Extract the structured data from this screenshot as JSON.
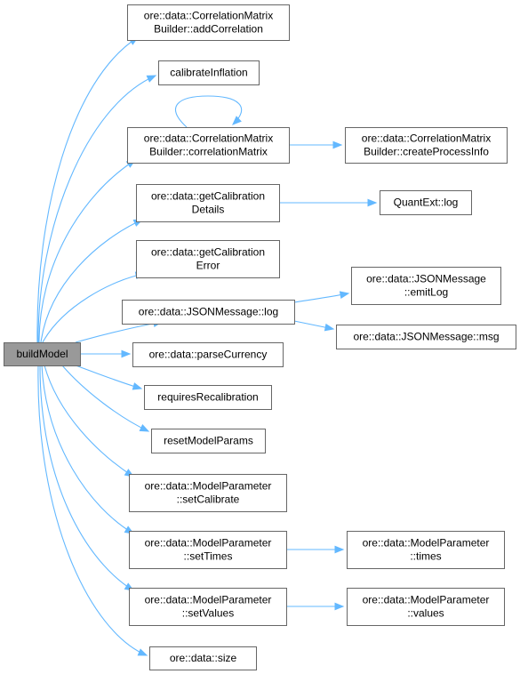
{
  "diagram": {
    "nodes": [
      {
        "id": "buildModel",
        "lines": [
          "buildModel"
        ],
        "root": true
      },
      {
        "id": "addCorrelation",
        "lines": [
          "ore::data::CorrelationMatrix",
          "Builder::addCorrelation"
        ]
      },
      {
        "id": "calibrateInflation",
        "lines": [
          "calibrateInflation"
        ]
      },
      {
        "id": "correlationMatrix",
        "lines": [
          "ore::data::CorrelationMatrix",
          "Builder::correlationMatrix"
        ]
      },
      {
        "id": "createProcessInfo",
        "lines": [
          "ore::data::CorrelationMatrix",
          "Builder::createProcessInfo"
        ]
      },
      {
        "id": "getCalibrationDetails",
        "lines": [
          "ore::data::getCalibration",
          "Details"
        ]
      },
      {
        "id": "quantExtLog",
        "lines": [
          "QuantExt::log"
        ]
      },
      {
        "id": "getCalibrationError",
        "lines": [
          "ore::data::getCalibration",
          "Error"
        ]
      },
      {
        "id": "jsonMessageLog",
        "lines": [
          "ore::data::JSONMessage::log"
        ]
      },
      {
        "id": "emitLog",
        "lines": [
          "ore::data::JSONMessage",
          "::emitLog"
        ]
      },
      {
        "id": "msg",
        "lines": [
          "ore::data::JSONMessage::msg"
        ]
      },
      {
        "id": "parseCurrency",
        "lines": [
          "ore::data::parseCurrency"
        ]
      },
      {
        "id": "requiresRecalibration",
        "lines": [
          "requiresRecalibration"
        ]
      },
      {
        "id": "resetModelParams",
        "lines": [
          "resetModelParams"
        ]
      },
      {
        "id": "setCalibrate",
        "lines": [
          "ore::data::ModelParameter",
          "::setCalibrate"
        ]
      },
      {
        "id": "setTimes",
        "lines": [
          "ore::data::ModelParameter",
          "::setTimes"
        ]
      },
      {
        "id": "times",
        "lines": [
          "ore::data::ModelParameter",
          "::times"
        ]
      },
      {
        "id": "setValues",
        "lines": [
          "ore::data::ModelParameter",
          "::setValues"
        ]
      },
      {
        "id": "values",
        "lines": [
          "ore::data::ModelParameter",
          "::values"
        ]
      },
      {
        "id": "size",
        "lines": [
          "ore::data::size"
        ]
      }
    ],
    "edges": [
      {
        "from": "buildModel",
        "to": "addCorrelation"
      },
      {
        "from": "buildModel",
        "to": "calibrateInflation"
      },
      {
        "from": "buildModel",
        "to": "correlationMatrix"
      },
      {
        "from": "correlationMatrix",
        "to": "correlationMatrix"
      },
      {
        "from": "correlationMatrix",
        "to": "createProcessInfo"
      },
      {
        "from": "buildModel",
        "to": "getCalibrationDetails"
      },
      {
        "from": "getCalibrationDetails",
        "to": "quantExtLog"
      },
      {
        "from": "buildModel",
        "to": "getCalibrationError"
      },
      {
        "from": "buildModel",
        "to": "jsonMessageLog"
      },
      {
        "from": "jsonMessageLog",
        "to": "emitLog"
      },
      {
        "from": "jsonMessageLog",
        "to": "msg"
      },
      {
        "from": "buildModel",
        "to": "parseCurrency"
      },
      {
        "from": "buildModel",
        "to": "requiresRecalibration"
      },
      {
        "from": "buildModel",
        "to": "resetModelParams"
      },
      {
        "from": "buildModel",
        "to": "setCalibrate"
      },
      {
        "from": "buildModel",
        "to": "setTimes"
      },
      {
        "from": "setTimes",
        "to": "times"
      },
      {
        "from": "buildModel",
        "to": "setValues"
      },
      {
        "from": "setValues",
        "to": "values"
      },
      {
        "from": "buildModel",
        "to": "size"
      }
    ],
    "colors": {
      "edge": "#63b8ff",
      "node_border": "#666666",
      "root_fill": "#999999",
      "node_fill": "#ffffff"
    }
  }
}
